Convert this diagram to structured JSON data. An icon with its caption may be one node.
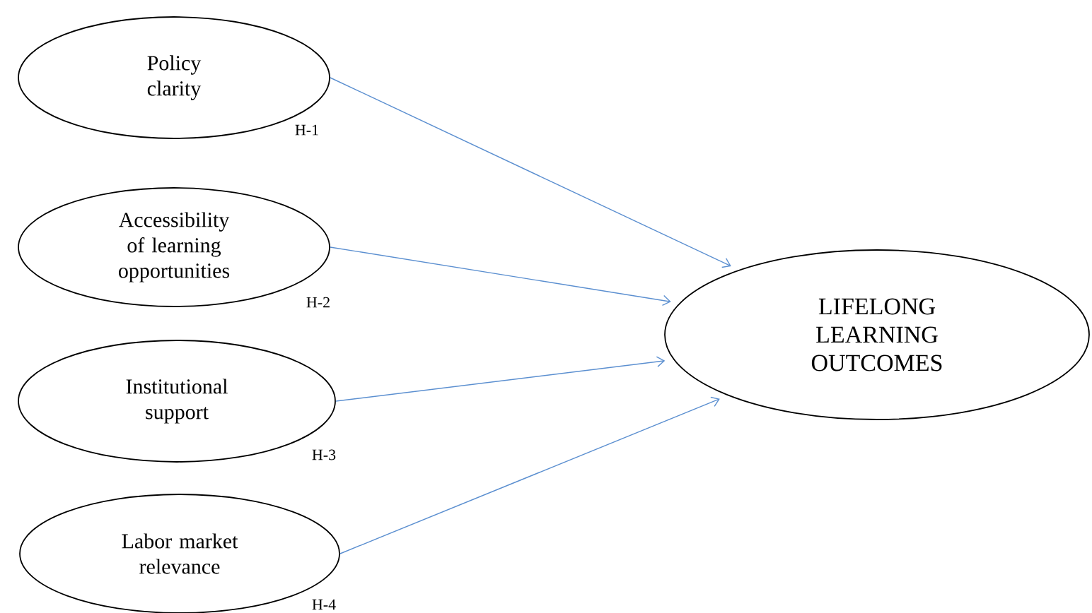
{
  "diagram": {
    "nodes": [
      {
        "text": [
          "Policy clarity"
        ],
        "beside": [
          "H-1"
        ]
      },
      {
        "text": [
          "Accessibility of learning opportunities"
        ],
        "beside": [
          "H-2"
        ]
      },
      {
        "text": [
          "Institutional support"
        ],
        "beside": [
          "H-3"
        ]
      },
      {
        "text": [
          "Labor market relevance"
        ],
        "beside": [
          "H-4"
        ]
      },
      {
        "text": [
          "LIFELONG LEARNING OUTCOMES"
        ]
      }
    ],
    "edges": [
      {
        "from": 0,
        "to": 4,
        "arrow": "to"
      },
      {
        "from": 1,
        "to": 4,
        "arrow": "to"
      },
      {
        "from": 2,
        "to": 4,
        "arrow": "to"
      },
      {
        "from": 3,
        "to": 4,
        "arrow": "to"
      }
    ]
  }
}
